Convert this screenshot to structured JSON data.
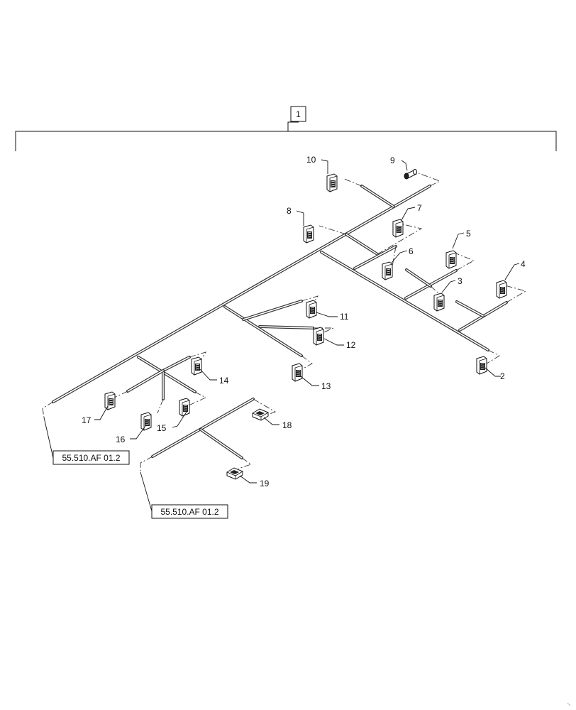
{
  "assembly": {
    "item_number": "1"
  },
  "references": [
    {
      "id": "ref-upper",
      "label": "55.510.AF 01.2"
    },
    {
      "id": "ref-lower",
      "label": "55.510.AF 01.2"
    }
  ],
  "callouts": [
    {
      "number": "2"
    },
    {
      "number": "3"
    },
    {
      "number": "4"
    },
    {
      "number": "5"
    },
    {
      "number": "6"
    },
    {
      "number": "7"
    },
    {
      "number": "8"
    },
    {
      "number": "9"
    },
    {
      "number": "10"
    },
    {
      "number": "11"
    },
    {
      "number": "12"
    },
    {
      "number": "13"
    },
    {
      "number": "14"
    },
    {
      "number": "15"
    },
    {
      "number": "16"
    },
    {
      "number": "17"
    },
    {
      "number": "18"
    },
    {
      "number": "19"
    }
  ],
  "icons": {
    "connector": "connector-icon",
    "sensor": "sensor-icon",
    "plug": "plug-icon"
  }
}
